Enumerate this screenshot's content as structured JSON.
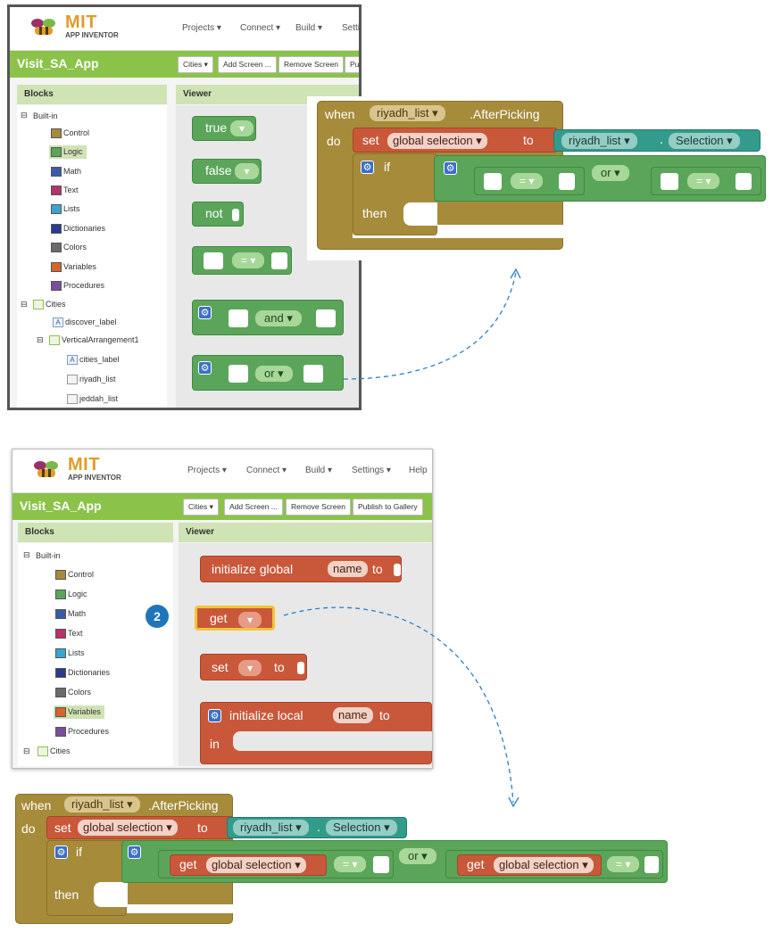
{
  "window1": {
    "logo_text": "MIT",
    "logo_sub": "APP INVENTOR",
    "menu": [
      "Projects ▾",
      "Connect ▾",
      "Build ▾",
      "Setti"
    ],
    "project_title": "Visit_SA_App",
    "buttons": [
      "Cities ▾",
      "Add Screen ...",
      "Remove Screen",
      "Pu"
    ],
    "blocks_header": "Blocks",
    "viewer_header": "Viewer",
    "tree": {
      "builtin": "Built-in",
      "items": [
        "Control",
        "Logic",
        "Math",
        "Text",
        "Lists",
        "Dictionaries",
        "Colors",
        "Variables",
        "Procedures"
      ],
      "cities": "Cities",
      "discover_label": "discover_label",
      "vertical": "VerticalArrangement1",
      "cities_label": "cities_label",
      "riyadh_list": "riyadh_list",
      "jeddah_list": "jeddah_list"
    },
    "palette": {
      "true": "true",
      "false": "false",
      "not": "not",
      "eq": "=",
      "and": "and",
      "or": "or"
    }
  },
  "popup": {
    "when": "when",
    "component": "riyadh_list",
    "event": ".AfterPicking",
    "do": "do",
    "set": "set",
    "variable": "global selection",
    "to": "to",
    "component2": "riyadh_list",
    "dot": ".",
    "property": "Selection",
    "if": "if",
    "eq1": "=",
    "or": "or",
    "eq2": "=",
    "then": "then"
  },
  "window2": {
    "logo_text": "MIT",
    "logo_sub": "APP INVENTOR",
    "menu": [
      "Projects ▾",
      "Connect ▾",
      "Build ▾",
      "Settings ▾",
      "Help"
    ],
    "project_title": "Visit_SA_App",
    "buttons": [
      "Cities ▾",
      "Add Screen ...",
      "Remove Screen",
      "Publish to Gallery"
    ],
    "blocks_header": "Blocks",
    "viewer_header": "Viewer",
    "tree": {
      "builtin": "Built-in",
      "items": [
        "Control",
        "Logic",
        "Math",
        "Text",
        "Lists",
        "Dictionaries",
        "Colors",
        "Variables",
        "Procedures"
      ],
      "cities": "Cities"
    },
    "palette": {
      "initialize_global": "initialize global",
      "name": "name",
      "to": "to",
      "get": "get",
      "set": "set",
      "to2": "to",
      "initialize_local": "initialize local",
      "name2": "name",
      "to3": "to",
      "in": "in"
    },
    "badge": "2"
  },
  "final": {
    "when": "when",
    "component": "riyadh_list",
    "event": ".AfterPicking",
    "do": "do",
    "set": "set",
    "variable": "global selection",
    "to": "to",
    "component2": "riyadh_list",
    "dot": ".",
    "property": "Selection",
    "if": "if",
    "get1": "get",
    "var1": "global selection",
    "eq1": "=",
    "or": "or",
    "get2": "get",
    "var2": "global selection",
    "eq2": "=",
    "then": "then"
  },
  "colors": {
    "control": "#a68b3b",
    "logic": "#5ba55b",
    "math": "#3b5ba6",
    "text": "#b8326b",
    "lists": "#3aa6cf",
    "dictionaries": "#2b3a8f",
    "colors_cat": "#6b6b6b",
    "variables": "#d9632f",
    "procedures": "#7a4e9a",
    "project_bar": "#8bc34a",
    "arrow": "#2a7fc4"
  }
}
